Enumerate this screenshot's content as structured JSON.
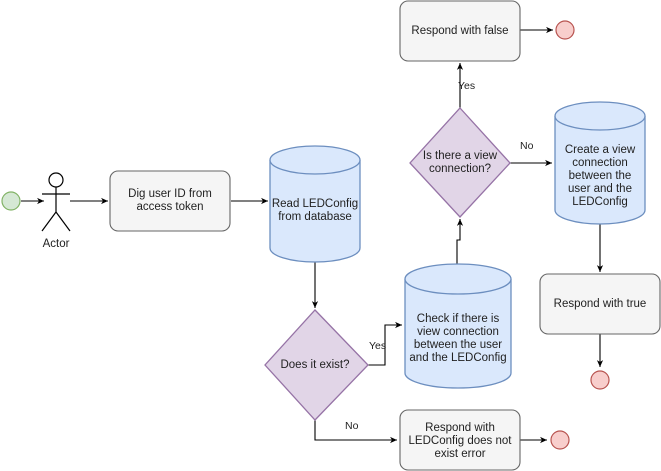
{
  "actor": {
    "label": "Actor"
  },
  "nodes": {
    "dig_user_id": "Dig user ID from access token",
    "read_ledconfig": "Read LEDConfig from database",
    "does_it_exist": "Does it exist?",
    "check_view_connection": "Check if there is view connection between the user and the LEDConfig",
    "is_there_view_connection": "Is there a view connection?",
    "respond_false": "Respond with false",
    "create_view_connection": "Create a view connection between the user and the LEDConfig",
    "respond_true": "Respond with true",
    "respond_error": "Respond with LEDConfig does not exist error"
  },
  "edge_labels": {
    "exist_yes": "Yes",
    "exist_no": "No",
    "conn_yes": "Yes",
    "conn_no": "No"
  },
  "colors": {
    "process_fill": "#f5f5f5",
    "process_stroke": "#666666",
    "database_fill": "#dae8fc",
    "database_stroke": "#6c8ebf",
    "decision_fill": "#e1d5e7",
    "decision_stroke": "#9673a6",
    "start_fill": "#d5e8d4",
    "start_stroke": "#82b366",
    "end_fill": "#f8cecc",
    "end_stroke": "#b85450"
  }
}
